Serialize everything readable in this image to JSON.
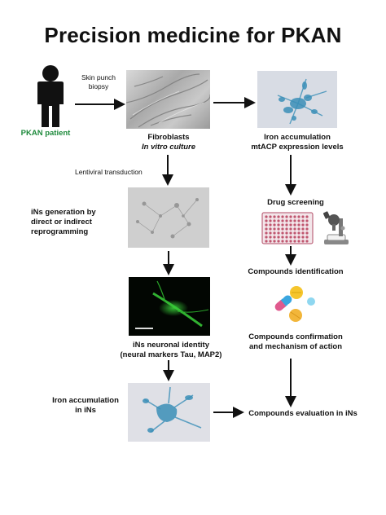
{
  "title": "Precision medicine for PKAN",
  "patient": {
    "label": "PKAN patient",
    "icon": "person-silhouette-icon"
  },
  "steps": {
    "biopsy": [
      "Skin punch",
      "biopsy"
    ],
    "fibroblasts": [
      "Fibroblasts",
      "In vitro culture"
    ],
    "transduction": "Lentiviral transduction",
    "ins_generation": [
      "iNs generation by",
      "direct or indirect",
      "reprogramming"
    ],
    "neuronal_identity": [
      "iNs neuronal identity",
      "(neural markers Tau, MAP2)"
    ],
    "iron_ins": [
      "Iron accumulation",
      "in iNs"
    ],
    "iron_fibro": [
      "Iron accumulation",
      "mtACP  expression levels"
    ],
    "drug_screening": "Drug screening",
    "compounds_id": "Compounds identification",
    "compounds_conf": [
      "Compounds confirmation",
      "and mechanism  of action"
    ],
    "compounds_eval": "Compounds evaluation in iNs"
  },
  "colors": {
    "accent_green": "#1e8a3c",
    "iron_blue": "#3b8fb8",
    "fluor_green": "#39d039"
  }
}
